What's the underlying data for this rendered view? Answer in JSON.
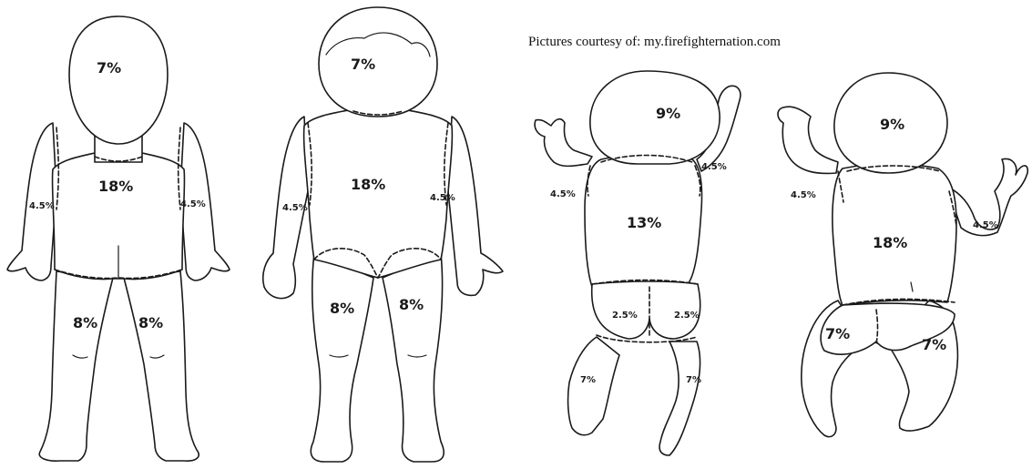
{
  "credit": "Pictures courtesy of:  my.firefighternation.com",
  "figures": {
    "child_back": {
      "head": "7%",
      "trunk": "18%",
      "arm_left": "4.5%",
      "arm_right": "4.5%",
      "leg_left": "8%",
      "leg_right": "8%"
    },
    "child_front": {
      "head": "7%",
      "trunk": "18%",
      "arm_left": "4.5%",
      "arm_right": "4.5%",
      "leg_left": "8%",
      "leg_right": "8%"
    },
    "infant_back": {
      "head": "9%",
      "trunk": "13%",
      "arm_left": "4.5%",
      "arm_right": "4.5%",
      "buttock_left": "2.5%",
      "buttock_right": "2.5%",
      "leg_left": "7%",
      "leg_right": "7%"
    },
    "infant_front": {
      "head": "9%",
      "trunk": "18%",
      "arm_left": "4.5%",
      "arm_right": "4.5%",
      "leg_left": "7%",
      "leg_right": "7%"
    }
  }
}
